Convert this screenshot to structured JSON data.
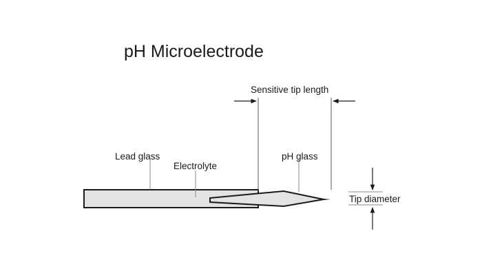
{
  "diagram": {
    "title": "pH Microelectrode",
    "labels": {
      "sensitive_tip_length": "Sensitive tip length",
      "lead_glass": "Lead glass",
      "electrolyte": "Electrolyte",
      "ph_glass": "pH glass",
      "tip_diameter": "Tip diameter"
    }
  }
}
